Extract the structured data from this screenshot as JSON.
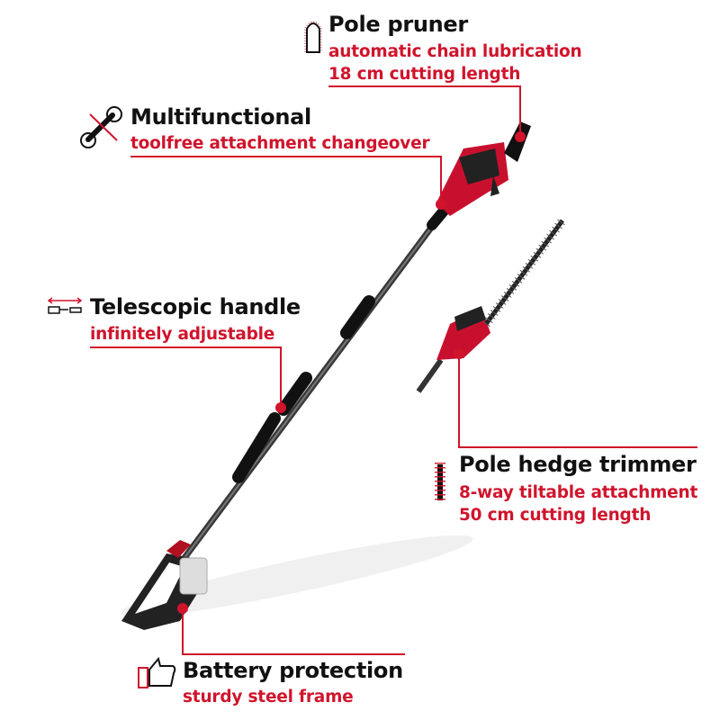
{
  "accent_color": "#d0142c",
  "callouts": {
    "pole_pruner": {
      "icon": "chainsaw-bar-icon",
      "title": "Pole pruner",
      "lines": [
        "automatic chain lubrication",
        "18 cm cutting length"
      ]
    },
    "multifunctional": {
      "icon": "wrench-crossed-icon",
      "title": "Multifunctional",
      "lines": [
        "toolfree attachment changeover"
      ]
    },
    "telescopic": {
      "icon": "telescopic-arrows-icon",
      "title": "Telescopic handle",
      "lines": [
        "infinitely adjustable"
      ]
    },
    "hedge_trimmer": {
      "icon": "hedge-blade-icon",
      "title": "Pole hedge trimmer",
      "lines": [
        "8-way tiltable attachment",
        "50 cm cutting length"
      ]
    },
    "battery": {
      "icon": "thumbs-up-icon",
      "title": "Battery protection",
      "lines": [
        "sturdy steel frame"
      ]
    }
  }
}
